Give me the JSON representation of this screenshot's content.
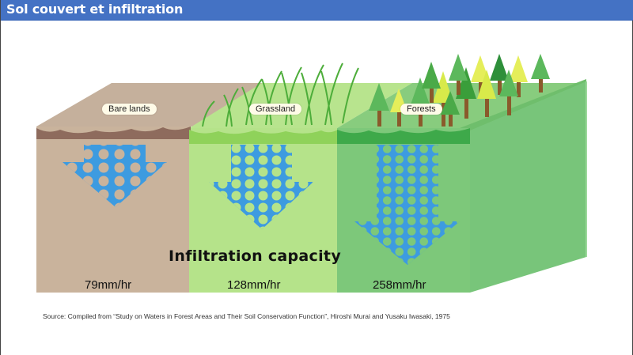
{
  "slide": {
    "title": "Sol couvert et infiltration"
  },
  "diagram": {
    "zones": [
      {
        "label": "Bare lands",
        "rate": "79mm/hr",
        "color": "#c9b39c"
      },
      {
        "label": "Grassland",
        "rate": "128mm/hr",
        "color": "#b5e38a"
      },
      {
        "label": "Forests",
        "rate": "258mm/hr",
        "color": "#7dc87a"
      }
    ],
    "caption": "Infiltration capacity",
    "water_color": "#3d9be0",
    "source": "Source: Compiled from “Study on Waters in Forest Areas and Their Soil Conservation Function”, Hiroshi Murai and Yusaku Iwasaki, 1975"
  }
}
